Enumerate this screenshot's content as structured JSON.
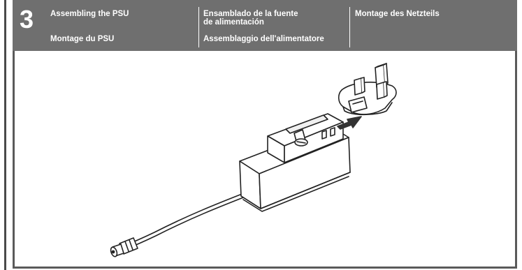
{
  "step": {
    "number": "3"
  },
  "headings": {
    "en": "Assembling the PSU",
    "fr": "Montage du PSU",
    "es": "Ensamblado de la fuente\nde alimentación",
    "it": "Assemblaggio dell'alimentatore",
    "de": "Montage des Netzteils"
  },
  "illustration": {
    "icons": [
      "psu-body-icon",
      "uk-plug-adapter-icon",
      "insert-arrow-icon",
      "dc-cable-icon",
      "dc-barrel-connector-icon"
    ]
  },
  "colors": {
    "header_bg": "#6f6f6f",
    "frame": "#5a5a5a",
    "ink": "#222222"
  }
}
